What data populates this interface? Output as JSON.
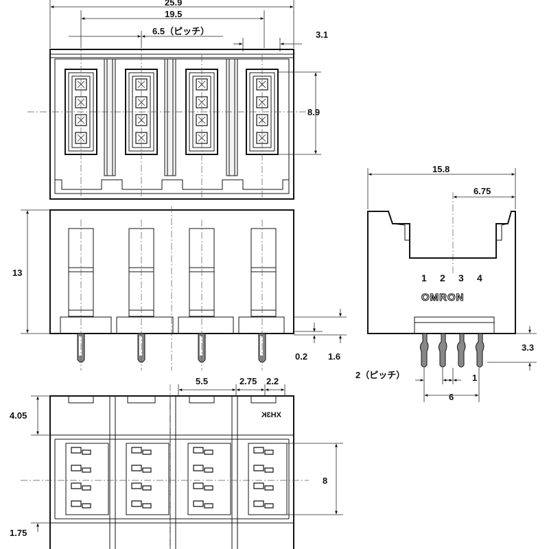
{
  "top_view": {
    "dim_total_width": "25.9",
    "dim_outer_pitch": "19.5",
    "dim_pitch": "6.5（ピッチ）",
    "dim_wall": "3.1",
    "dim_height": "8.9"
  },
  "front_view": {
    "dim_height": "13",
    "dim_gap": "0.2",
    "dim_pin_length": "1.6"
  },
  "side_view": {
    "dim_width": "15.8",
    "dim_offset": "6.75",
    "pin_numbers": [
      "1",
      "2",
      "3",
      "4"
    ],
    "brand_logo": "OMRON",
    "dim_pin_protrusion": "3.3",
    "dim_pin_pitch": "2（ピッチ）",
    "dim_pin_offset": "1",
    "dim_pin_span": "6"
  },
  "bottom_view": {
    "dim_hole_pitch": "5.5",
    "dim_offset_a": "2.75",
    "dim_offset_b": "2.2",
    "dim_top_margin": "4.05",
    "dim_pad_height": "8",
    "dim_bottom_margin": "1.75",
    "mirrored_marking": "XH3K"
  }
}
